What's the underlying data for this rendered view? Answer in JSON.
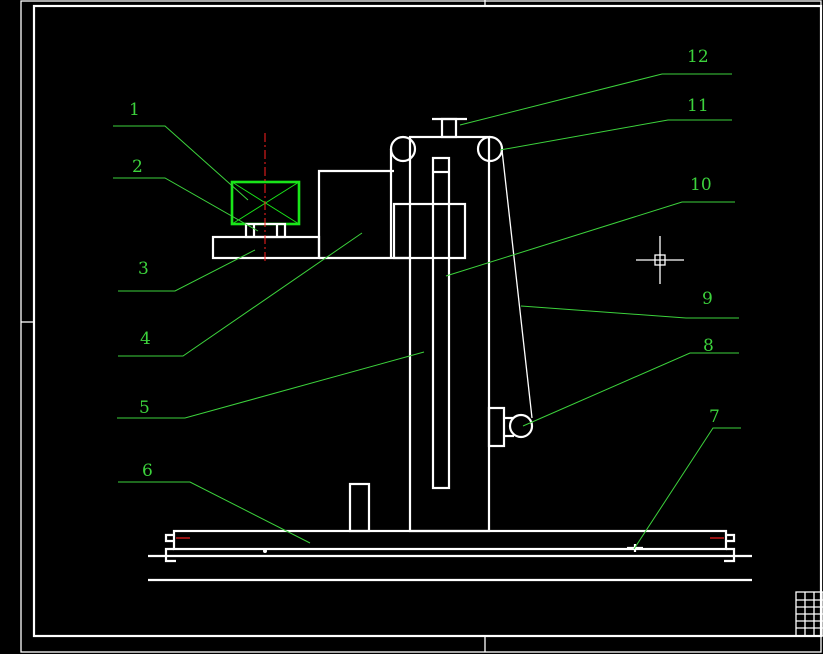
{
  "callouts": [
    {
      "id": "1",
      "label": "1"
    },
    {
      "id": "2",
      "label": "2"
    },
    {
      "id": "3",
      "label": "3"
    },
    {
      "id": "4",
      "label": "4"
    },
    {
      "id": "5",
      "label": "5"
    },
    {
      "id": "6",
      "label": "6"
    },
    {
      "id": "7",
      "label": "7"
    },
    {
      "id": "8",
      "label": "8"
    },
    {
      "id": "9",
      "label": "9"
    },
    {
      "id": "10",
      "label": "10"
    },
    {
      "id": "11",
      "label": "11"
    },
    {
      "id": "12",
      "label": "12"
    }
  ],
  "colors": {
    "background": "#000000",
    "geometry": "#ffffff",
    "leader": "#3cd23c",
    "highlight": "#19e619",
    "centerline": "#ff2020"
  }
}
